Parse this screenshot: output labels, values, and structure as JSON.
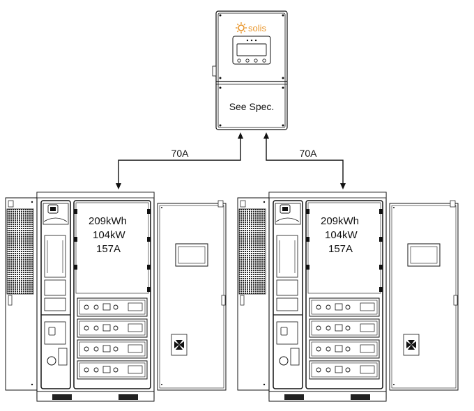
{
  "inverter": {
    "brand": "solis",
    "spec_label": "See Spec."
  },
  "connections": [
    {
      "current": "70A"
    },
    {
      "current": "70A"
    }
  ],
  "cabinets": [
    {
      "energy": "209kWh",
      "power": "104kW",
      "current": "157A"
    },
    {
      "energy": "209kWh",
      "power": "104kW",
      "current": "157A"
    }
  ],
  "colors": {
    "line": "#111111",
    "brand": "#e8952a",
    "grille": "#333333"
  }
}
